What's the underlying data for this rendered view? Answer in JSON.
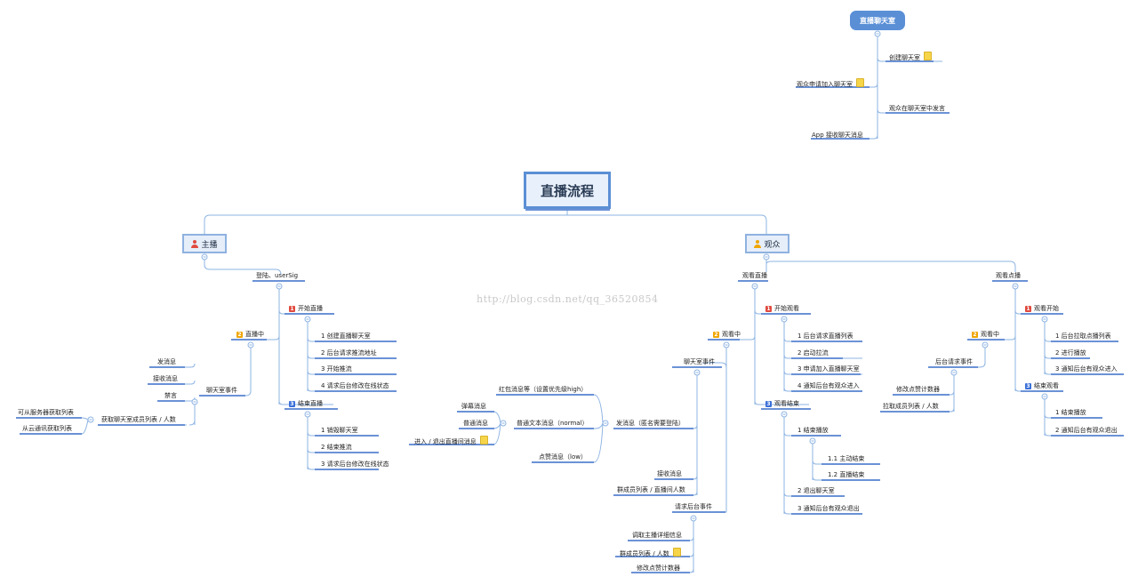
{
  "title": "直播流程",
  "chat_room": {
    "title": "直播聊天室",
    "items": [
      "创建聊天室",
      "观众申请加入聊天室",
      "观众在聊天室中发言",
      "App 接收聊天消息"
    ]
  },
  "host": {
    "title": "主播",
    "login": "登陆、userSig",
    "start": {
      "badge": "1",
      "title": "开始直播",
      "items": [
        "1  创建直播聊天室",
        "2  后台请求推流地址",
        "3  开始推流",
        "4  请求后台修改在线状态"
      ]
    },
    "live": {
      "badge": "2",
      "title": "直播中"
    },
    "end": {
      "badge": "3",
      "title": "结束直播",
      "items": [
        "1  销毁聊天室",
        "2  结束推流",
        "3  请求后台修改在线状态"
      ]
    },
    "chat_events": {
      "title": "聊天室事件",
      "items": [
        "发消息",
        "接收消息",
        "禁言"
      ]
    },
    "members": {
      "title": "获取聊天室成员列表 / 人数",
      "items": [
        "可从服务器获取列表",
        "从云通讯获取列表"
      ]
    }
  },
  "audience": {
    "title": "观众",
    "watch_live": {
      "title": "观看直播",
      "start": {
        "badge": "1",
        "title": "开始观看",
        "items": [
          "1  后台请求直播列表",
          "2  启动拉流",
          "3  申请加入直播聊天室",
          "4  通知后台有观众进入"
        ]
      },
      "watching": {
        "badge": "2",
        "title": "观看中"
      },
      "end": {
        "badge": "3",
        "title": "观看结束",
        "stop": "1  结束播放",
        "stop_sub": [
          "1.1   主动结束",
          "1.2   直播结束"
        ],
        "items": [
          "2  退出聊天室",
          "3  通知后台有观众退出"
        ]
      },
      "chat_events": {
        "title": "聊天室事件"
      },
      "send": {
        "title": "发消息（匿名需要登陆）",
        "items": [
          "红包消息等（设置优先级high）",
          "普通文本消息（normal）",
          "点赞消息（low）"
        ],
        "normal_sub": [
          "弹幕消息",
          "普通消息",
          "进入 / 退出直播间消息"
        ]
      },
      "receive": "接收消息",
      "group_members": "群成员列表 / 直播间人数",
      "backend": {
        "title": "请求后台事件",
        "items": [
          "调取主播详细信息",
          "群成员列表 / 人数",
          "修改点赞计数器"
        ]
      }
    },
    "vod": {
      "title": "观看点播",
      "start": {
        "badge": "1",
        "title": "观看开始",
        "items": [
          "1  后台拉取点播列表",
          "2  进行播放",
          "3  通知后台有观众进入"
        ]
      },
      "watching": {
        "badge": "2",
        "title": "观看中"
      },
      "backend": {
        "title": "后台请求事件",
        "items": [
          "修改点赞计数器",
          "拉取成员列表 / 人数"
        ]
      },
      "end": {
        "badge": "3",
        "title": "结束观看",
        "items": [
          "1  结束播放",
          "2  通知后台有观众退出"
        ]
      }
    }
  },
  "watermark": "http://blog.csdn.net/qq_36520854",
  "colors": {
    "line": "#8eb4e3",
    "underline": "#3a6fc8",
    "root_border": "#5b8fd4"
  }
}
